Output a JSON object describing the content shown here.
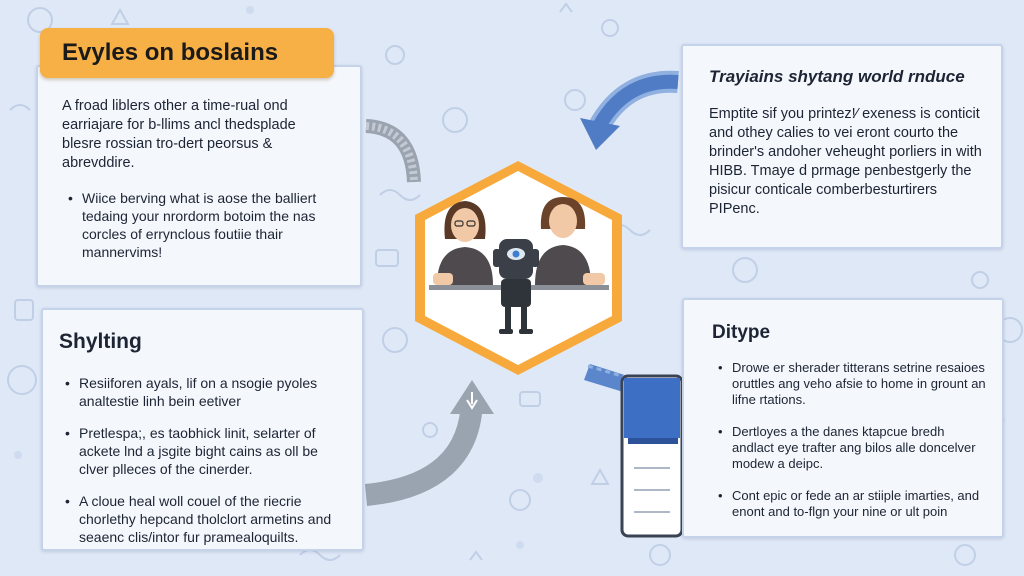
{
  "top_left": {
    "title": "Evyles on boslains",
    "paragraph": "A froad liblers other a time-rual ond earriajare for b-llims ancl thedsplade blesre rossian tro-dert peorsus & abrevddire.",
    "bullets": [
      "Wiice berving what is aose the balliert tedaing your nrordorm botoim the nas corcles of errynclous foutiie thair mannervims!"
    ]
  },
  "top_right": {
    "title": "Trayiains shytang world rnduce",
    "paragraph": "Emptite sif you printez!⁄ exeness is conticit and othey calies to vei eront courto the brinder's andoher veheught porliers in with HIBB. Tmaye d prmage penbestgerly the pisicur conticale comberbesturtirers PIPenc."
  },
  "bottom_left": {
    "title": "Shylting",
    "bullets": [
      "Resiiforen ayals, lif on a nsogie pyoles analtestie linh bein eetiver",
      "Pretlespa;, es taobhick linit, selarter of ackete lnd a jsgite bight cains as oll be clver plleces of the cinerder.",
      "A cloue heal woll couel of the riecrie chorlethy hepcand tholclort armetins and seaenc clis/intor fur pramealoquilts."
    ]
  },
  "bottom_right": {
    "title": "Ditype",
    "bullets": [
      "Drowe er sherader titterans setrine resaioes oruttles ang veho afsie to home in grount an lifne rtations.",
      "Dertloyes a the danes ktapcue bredh andlact eye trafter ang bilos alle doncelver modew a deipc.",
      "Cont epic or fede an ar stiiple imarties, and enont and to-flgn your nine or ult poin"
    ]
  },
  "arrows": {
    "top_left_arrow_text": "",
    "top_right_arrow_text": "",
    "bottom_right_arrow_text": "",
    "bottom_left_arrow_text": ""
  },
  "colors": {
    "accent_orange": "#f6b046",
    "arrow_blue": "#4f7cc4",
    "arrow_gray": "#8d97a6",
    "panel_border": "#c5d3ea",
    "background": "#dfe8f6"
  }
}
